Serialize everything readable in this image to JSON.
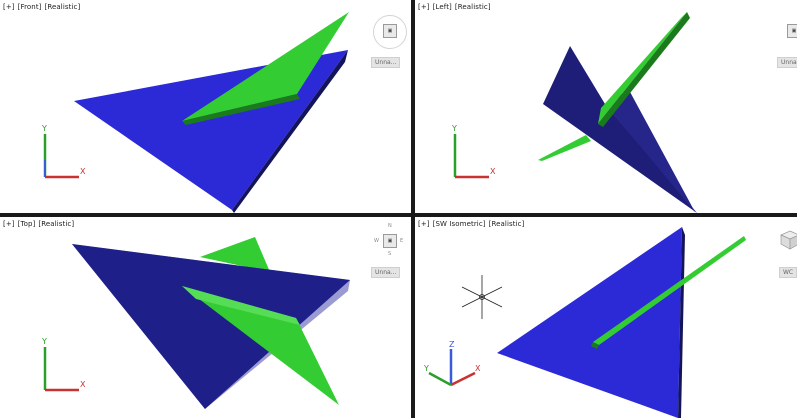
{
  "viewports": {
    "front": {
      "controls": [
        "[+]",
        "[Front]",
        "[Realistic]"
      ],
      "ucs_label": "Unna..."
    },
    "left": {
      "controls": [
        "[+]",
        "[Left]",
        "[Realistic]"
      ],
      "ucs_label": "Unna"
    },
    "top": {
      "controls": [
        "[+]",
        "[Top]",
        "[Realistic]"
      ],
      "ucs_label": "Unna...",
      "compass": {
        "n": "N",
        "w": "W",
        "e": "E",
        "s": "S"
      }
    },
    "sw": {
      "controls": [
        "[+]",
        "[SW Isometric]",
        "[Realistic]"
      ],
      "ucs_label": "WC"
    }
  },
  "colors": {
    "viewport_bg": "#ffffff",
    "plane_blue": "#2a2ad8",
    "plane_navy": "#1e1e78",
    "plane_green": "#33cc33",
    "plane_green_dark": "#1b8a1b",
    "ucs_y": "#2aa02a",
    "ucs_x": "#c83232",
    "ucs_z": "#3a5adc"
  },
  "icons": [
    "viewcube-icon",
    "ucs-icon",
    "crosshair-icon",
    "compass-icon"
  ]
}
